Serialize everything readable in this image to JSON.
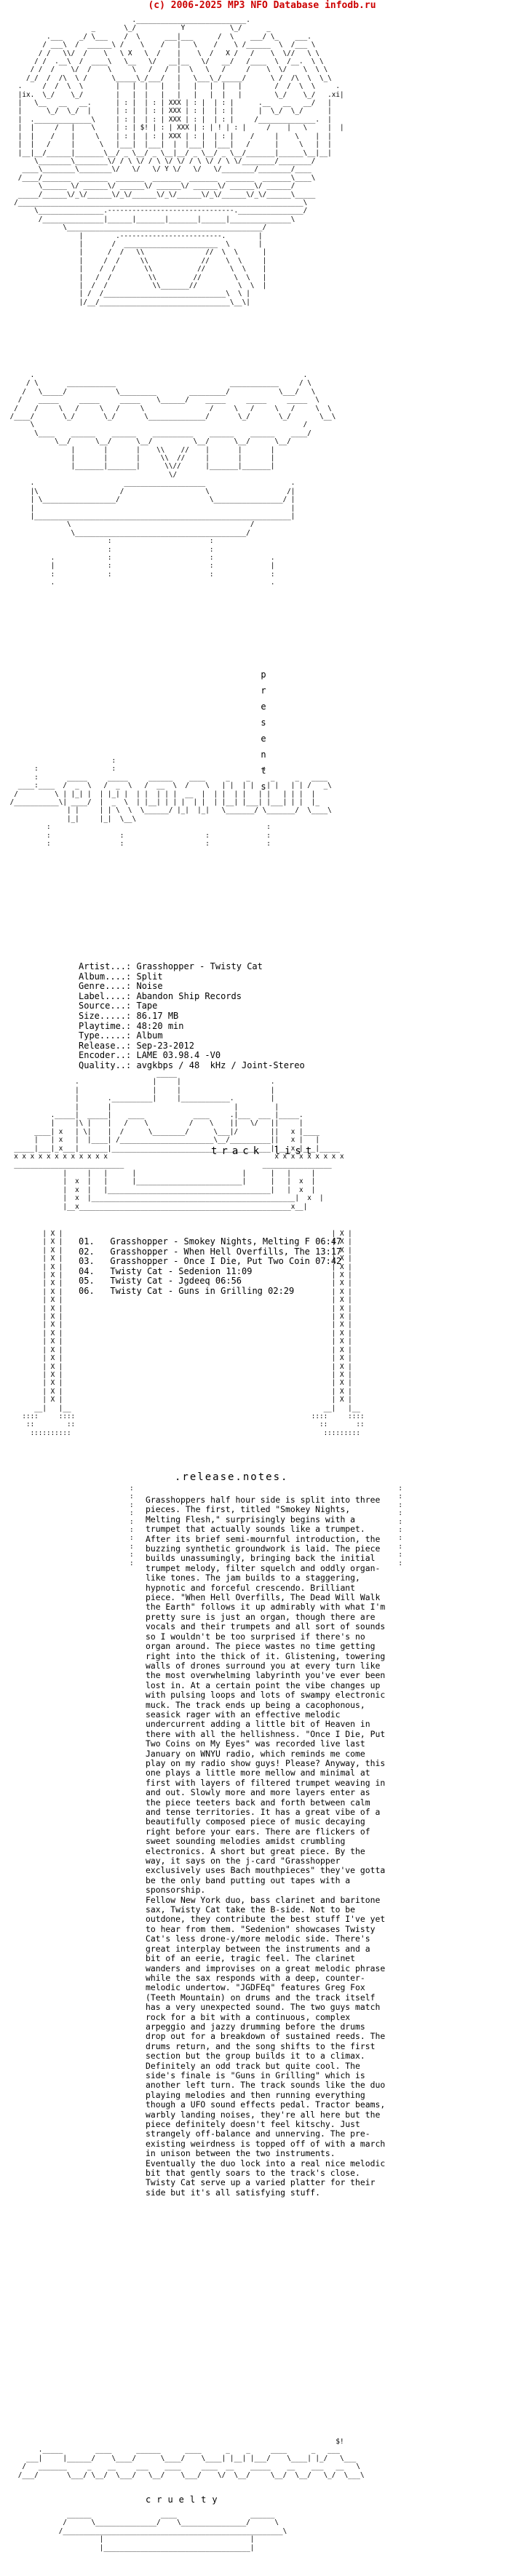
{
  "credit": "(c) 2006-2025 MP3 NFO Database infodb.ru",
  "presents": "presents",
  "tracklist_heading": "track list",
  "notes_heading": ".release.notes.",
  "info": [
    {
      "label": "Artist...: ",
      "value": "Grasshopper - Twisty Cat"
    },
    {
      "label": "Album....: ",
      "value": "Split"
    },
    {
      "label": "Genre....: ",
      "value": "Noise"
    },
    {
      "label": "Label....: ",
      "value": "Abandon Ship Records"
    },
    {
      "label": "Source...: ",
      "value": "Tape"
    },
    {
      "label": "Size.....: ",
      "value": "86.17 MB"
    },
    {
      "label": "Playtime.: ",
      "value": "48:20 min"
    },
    {
      "label": "Type.....: ",
      "value": "Album"
    },
    {
      "label": "Release..: ",
      "value": "Sep-23-2012"
    },
    {
      "label": "Encoder..: ",
      "value": "LAME 03.98.4 -V0"
    },
    {
      "label": "Quality..: ",
      "value": "avgkbps / 48  kHz / Joint-Stereo"
    }
  ],
  "tracks": [
    {
      "num": "01.",
      "title": "Grasshopper - Smokey Nights, Melting F",
      "time": "06:47"
    },
    {
      "num": "02.",
      "title": "Grasshopper - When Hell Overfills, The",
      "time": "13:17"
    },
    {
      "num": "03.",
      "title": "Grasshopper - Once I Die, Put Two Coin",
      "time": "07:42"
    },
    {
      "num": "04.",
      "title": "Twisty Cat - Sedenion",
      "time": "11:09"
    },
    {
      "num": "05.",
      "title": "Twisty Cat - Jgdeeq",
      "time": "06:56"
    },
    {
      "num": "06.",
      "title": "Twisty Cat - Guns in Grilling",
      "time": "02:29"
    }
  ],
  "notes": "Grasshoppers half hour side is split into three pieces. The first, titled \"Smokey Nights, Melting Flesh,\" surprisingly begins with a trumpet that actually sounds like a trumpet. After its brief semi-mournful introduction, the buzzing synthetic groundwork is laid. The piece builds unassumingly, bringing back the initial trumpet melody, filter squelch and oddly organ-like tones. The jam builds to a staggering, hypnotic and forceful crescendo. Brilliant piece. \"When Hell Overfills, The Dead Will Walk the Earth\" follows it up admirably with what I'm pretty sure is just an organ, though there are vocals and their trumpets and all sort of sounds so I wouldn't be too surprised if there's no organ around. The piece wastes no time getting right into the thick of it. Glistening, towering walls of drones surround you at every turn like the most overwhelming labyrinth you've ever been lost in. At a certain point the vibe changes up with pulsing loops and lots of swampy electronic muck. The track ends up being a cacophonous, seasick rager with an effective melodic undercurrent adding a little bit of Heaven in there with all the hellishness. \"Once I Die, Put Two Coins on My Eyes\" was recorded live last January on WNYU radio, which reminds me come play on my radio show guys! Please? Anyway, this one plays a little more mellow and minimal at first with layers of filtered trumpet weaving in and out. Slowly more and more layers enter as the piece teeters back and forth between calm and tense territories. It has a great vibe of a beautifully composed piece of music decaying right before your ears. There are flickers of sweet sounding melodies amidst crumbling electronics. A short but great piece. By the way, it says on the j-card \"Grasshopper exclusively uses Bach mouthpieces\" they've gotta be the only band putting out tapes with a sponsorship.\nFellow New York duo, bass clarinet and baritone sax, Twisty Cat take the B-side. Not to be outdone, they contribute the best stuff I've yet to hear from them. \"Sedenion\" showcases Twisty Cat's less drone-y/more melodic side. There's great interplay between the instruments and a bit of an eerie, tragic feel. The clarinet wanders and improvises on a great melodic phrase while the sax responds with a deep, counter-melodic undertow. \"JGDFEq\" features Greg Fox (Teeth Mountain) on drums and the track itself has a very unexpected sound. The two guys match rock for a bit with a continuous, complex arpeggio and jazzy drumming before the drums drop out for a breakdown of sustained reeds. The drums return, and the song shifts to the first section but the group builds it to a climax. Definitely an odd track but quite cool. The side's finale is \"Guns in Grilling\" which is another left turn. The track sounds like the duo playing melodies and then running everything though a UFO sound effects pedal. Tractor beams, warbly landing noises, they're all here but the piece definitely doesn't feel kitschy. Just strangely off-balance and unnerving. The pre-existing weirdness is topped off of with a march in unison between the two instruments. Eventually the duo lock into a real nice melodic bit that gently soars to the track's close. Twisty Cat serve up a varied platter for their side but it's all satisfying stuff.",
  "footer_word": "cruelty"
}
